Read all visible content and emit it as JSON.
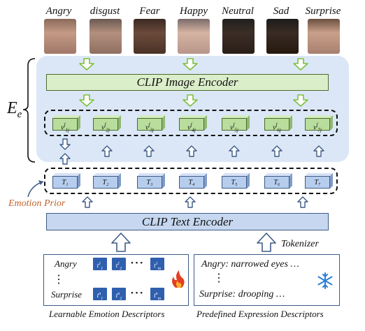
{
  "emotions": [
    "Angry",
    "disgust",
    "Fear",
    "Happy",
    "Neutral",
    "Sad",
    "Surprise"
  ],
  "ee_label": "E",
  "ee_sub": "e",
  "image_encoder": "CLIP Image Encoder",
  "image_tokens": [
    "v",
    "v",
    "v",
    "v",
    "v",
    "v",
    "v"
  ],
  "text_tokens": [
    "T₁",
    "T₂",
    "T₃",
    "T₄",
    "T₅",
    "T₆",
    "T₇"
  ],
  "emotion_prior": "Emotion Prior",
  "text_encoder": "CLIP Text Encoder",
  "tokenizer": "Tokenizer",
  "learnable": {
    "row1": "Angry",
    "row2": "Surprise",
    "vdots": "⋮",
    "dots": "• • •",
    "caption": "Learnable Emotion Descriptors",
    "icon": "flame-icon"
  },
  "predefined": {
    "line1": "Angry: narrowed eyes …",
    "vdots": "⋮",
    "line2": "Surprise:  drooping  …",
    "caption": "Predefined Expression Descriptors",
    "icon": "snowflake-icon"
  },
  "colors": {
    "green": "#8cc152",
    "blue_border": "#3e5b86",
    "prior_orange": "#c0622a",
    "panel": "#dbe7f6"
  }
}
